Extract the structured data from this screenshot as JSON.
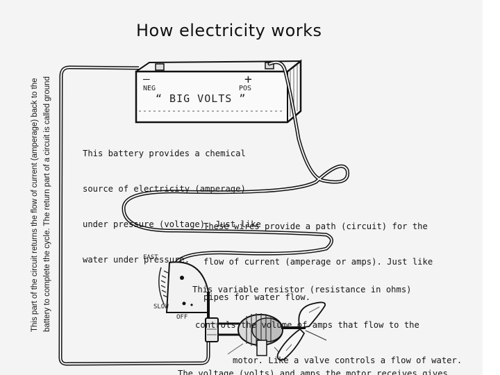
{
  "title": "How electricity works",
  "battery": {
    "neg_symbol": "—",
    "neg_label": "NEG",
    "pos_symbol": "+",
    "pos_label": "POS",
    "name": "“ BIG VOLTS ”"
  },
  "ground_note": {
    "line1": "This part of the circuit returns the flow of current (amperage) back to the",
    "line2": "battery to complete the cycle. The return part of a circuit is called ground"
  },
  "battery_note": [
    "This battery provides a chemical",
    "source of electricity (amperage)",
    "under pressure (voltage). Just like",
    "water under pressure."
  ],
  "wires_note": [
    "These wires provide a path (circuit) for the",
    "flow of current (amperage or amps). Just like",
    "pipes for water flow."
  ],
  "resistor_labels": {
    "fast": "FAST",
    "slow": "SLOW",
    "off": "OFF"
  },
  "resistor_note": [
    "This variable resistor (resistance in ohms)",
    "controls the volume of amps that flow to the",
    "motor. Like a valve controls a flow of water."
  ],
  "bottom_note": "The voltage (volts) and amps the motor receives gives"
}
